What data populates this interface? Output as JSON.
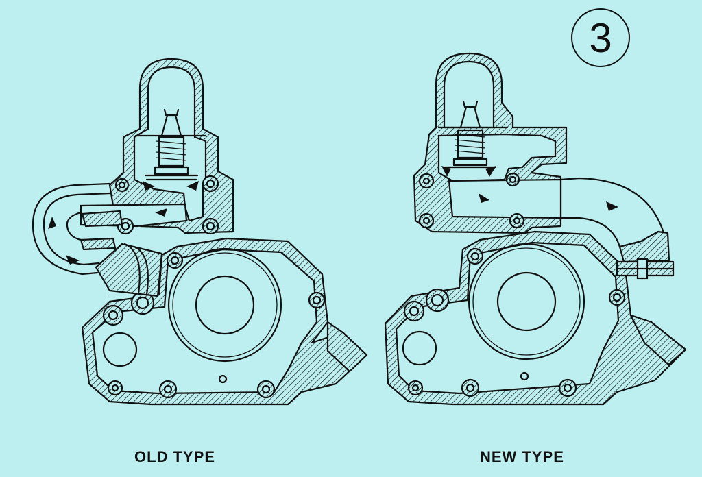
{
  "figure": {
    "number": "3",
    "left_caption": "OLD TYPE",
    "right_caption": "NEW TYPE"
  },
  "colors": {
    "background": "#bdeff0",
    "ink": "#111111"
  }
}
